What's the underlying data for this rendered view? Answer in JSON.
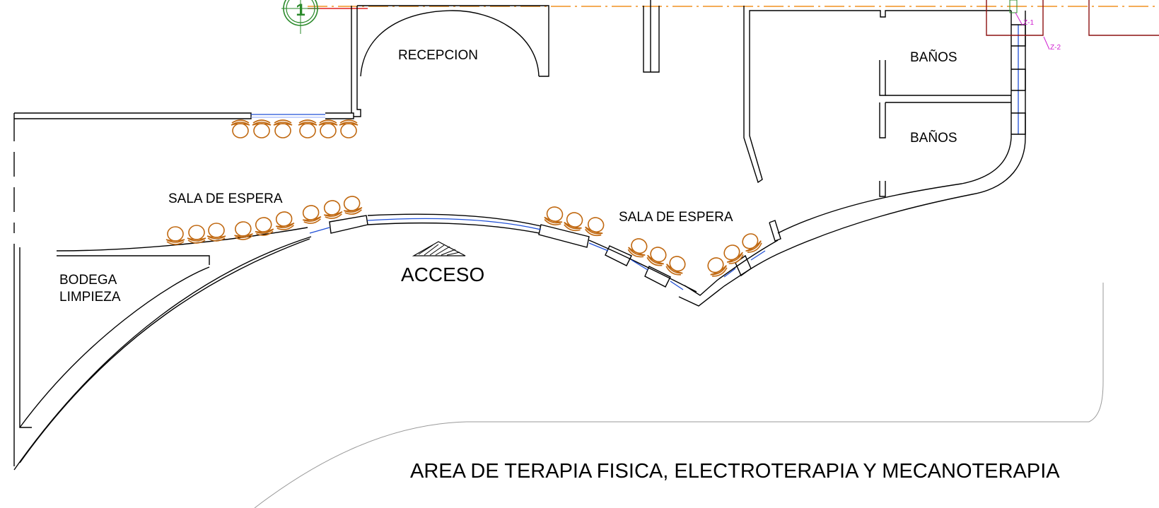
{
  "plan": {
    "grid_marker": "1",
    "labels": {
      "recepcion": "RECEPCION",
      "banos_1": "BAÑOS",
      "banos_2": "BAÑOS",
      "sala_espera_left": "SALA DE ESPERA",
      "sala_espera_right": "SALA DE ESPERA",
      "bodega_line1": "BODEGA",
      "bodega_line2": "LIMPIEZA",
      "acceso": "ACCESO",
      "area_title": "AREA DE TERAPIA FISICA, ELECTROTERAPIA Y MECANOTERAPIA"
    },
    "column_tags": {
      "z1": "Z-1",
      "z2": "Z-2"
    },
    "colors": {
      "walls": "#000000",
      "glazing": "#1f4fd6",
      "furniture": "#c06810",
      "axis": "#f09020",
      "grid_marker": "#2a8a2a",
      "column_tag": "#d020d0",
      "column_outline": "#8b1010"
    },
    "icons": {
      "grid_marker": "grid-axis-bubble-icon",
      "access": "access-arrow-icon",
      "chair": "chair-icon"
    }
  }
}
